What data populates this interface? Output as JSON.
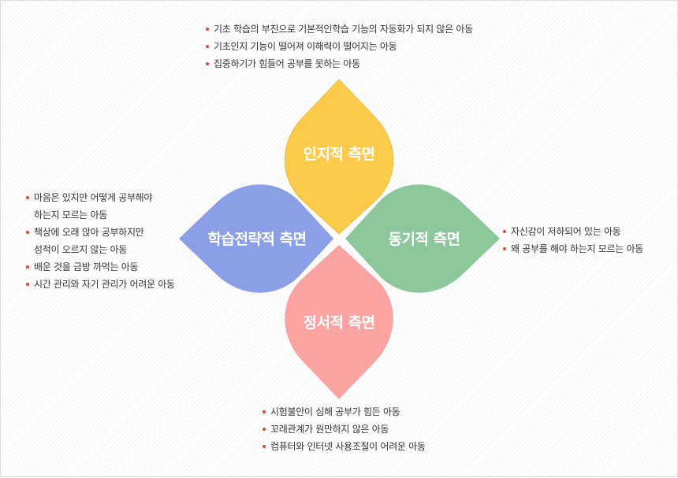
{
  "colors": {
    "cognitive": "#fccb4c",
    "motivational": "#8bc79a",
    "emotional": "#f9a3a3",
    "strategic": "#8a9fe6",
    "bullet": "#e8442e"
  },
  "petals": {
    "cognitive": "인지적 측면",
    "motivational": "동기적 측면",
    "emotional": "정서적 측면",
    "strategic": "학습전략적 측면"
  },
  "lists": {
    "cognitive": [
      "기초 학습의 부진으로 기본적인학습 기능의 자동화가 되지 않은 아동",
      "기초인지 기능이 떨어져 이해력이 떨어지는 아동",
      "집중하기가 힘들어 공부를 못하는 아동"
    ],
    "strategic": [
      {
        "line1": "마음은 있지만 어떻게 공부해야",
        "line2": "하는지 모르는 아동"
      },
      {
        "line1": "책상에 오래 앉아 공부하지만",
        "line2": "성적이 오르지 않는 아동"
      },
      {
        "line1": "배운 것을 금방 까먹는 아동"
      },
      {
        "line1": "시간 관리와 자기 관리가 어려운 아동"
      }
    ],
    "motivational": [
      "자신감이 저하되어 있는 아동",
      "왜 공부를 해야 하는지 모르는 아동"
    ],
    "emotional": [
      "시험불안이 심해 공부가 힘든 아동",
      "꼬래관계가 원만하지 않은 아동",
      "컴퓨터와 인터넷 사용조절이 어려운 아동"
    ]
  }
}
